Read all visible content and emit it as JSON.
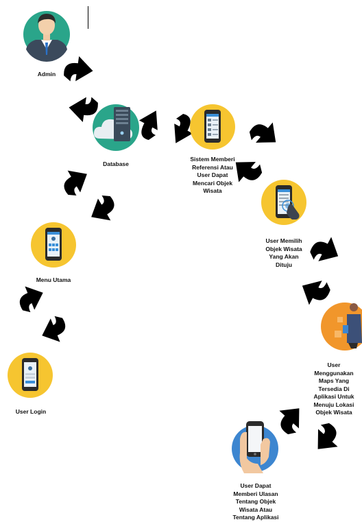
{
  "diagram": {
    "nodes": [
      {
        "id": "admin",
        "label": "Admin",
        "icon": "admin-avatar-icon",
        "color": "#2aa58a"
      },
      {
        "id": "database",
        "label": "Database",
        "icon": "database-server-icon",
        "color": "#2aa58a"
      },
      {
        "id": "referensi",
        "label": "Sistem Memberi\nReferensi Atau\nUser Dapat\nMencari Objek\nWisata",
        "icon": "phone-list-icon",
        "color": "#f6c530"
      },
      {
        "id": "memilih",
        "label": "User Memilih\nObjek Wisata\nYang Akan\nDituju",
        "icon": "phone-touch-icon",
        "color": "#f6c530"
      },
      {
        "id": "maps",
        "label": "User\nMenggunakan\nMaps Yang\nTersedia Di\nAplikasi Untuk\nMenuju Lokasi\nObjek Wisata",
        "icon": "traveler-map-icon",
        "color": "#f1962b"
      },
      {
        "id": "ulasan",
        "label": "User Dapat\nMemberi Ulasan\nTentang Objek\nWisata Atau\nTentang Aplikasi",
        "icon": "hand-phone-icon",
        "color": "#3d86d0"
      },
      {
        "id": "menu",
        "label": "Menu Utama",
        "icon": "phone-menu-icon",
        "color": "#f6c530"
      },
      {
        "id": "login",
        "label": "User Login",
        "icon": "phone-login-icon",
        "color": "#f6c530"
      }
    ],
    "arrow_icon": "cycle-arrows-icon",
    "arrow_color": "#000000"
  }
}
